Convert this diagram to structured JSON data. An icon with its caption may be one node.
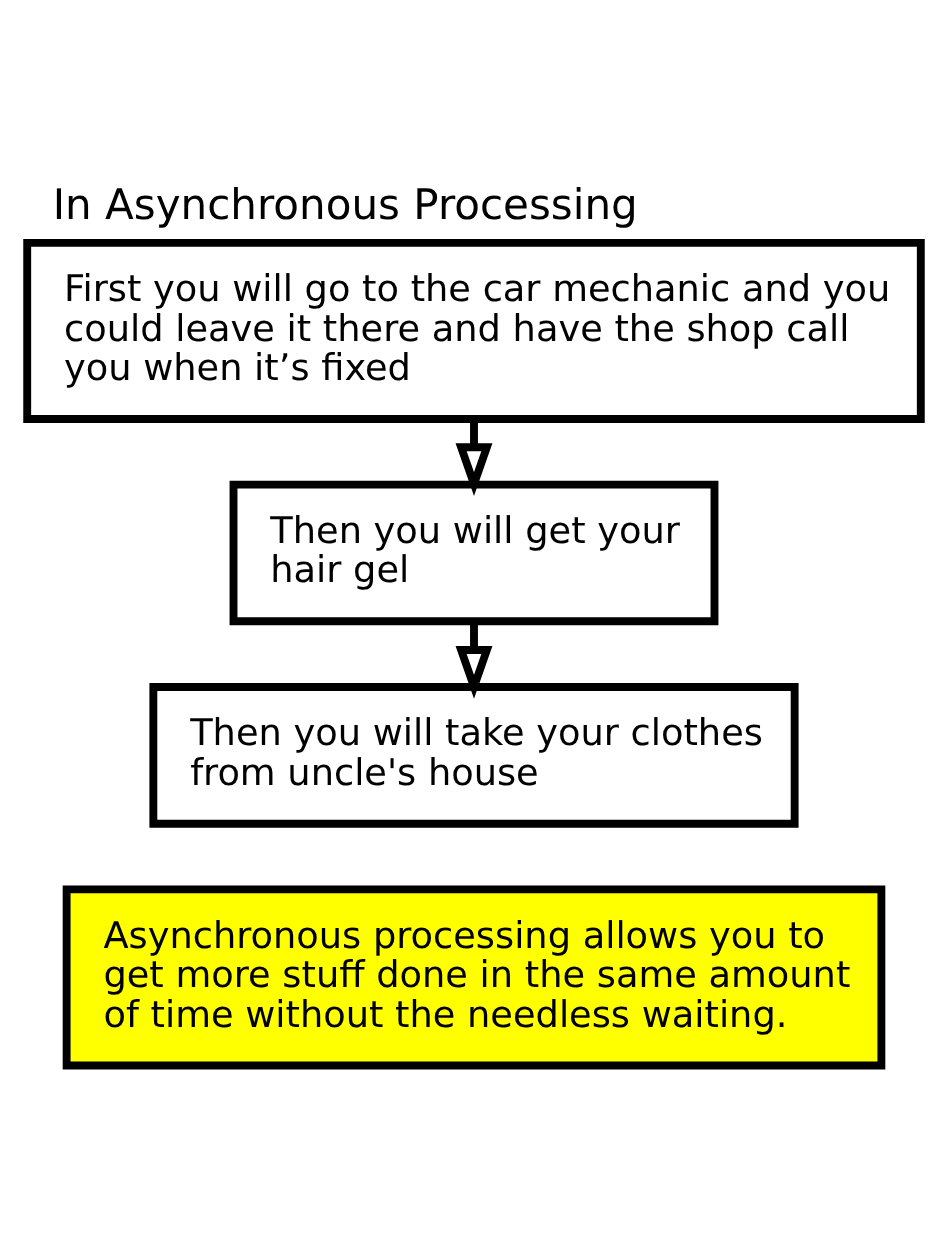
{
  "diagram": {
    "title": "In Asynchronous Processing",
    "nodes": [
      {
        "text": [
          "First you will go to the car mechanic and you could leave it there and have the shop call you when it’s fixed"
        ]
      },
      {
        "text": [
          "Then you will get your hair gel"
        ]
      },
      {
        "text": [
          "Then you will take your clothes from uncle's house"
        ]
      },
      {
        "text": [
          "Asynchronous processing allows you to get more stuff done in the same amount of time without the needless waiting."
        ]
      }
    ],
    "edges": [
      {
        "from": 0,
        "to": 1,
        "arrow": "to"
      },
      {
        "from": 1,
        "to": 2,
        "arrow": "to"
      }
    ]
  }
}
